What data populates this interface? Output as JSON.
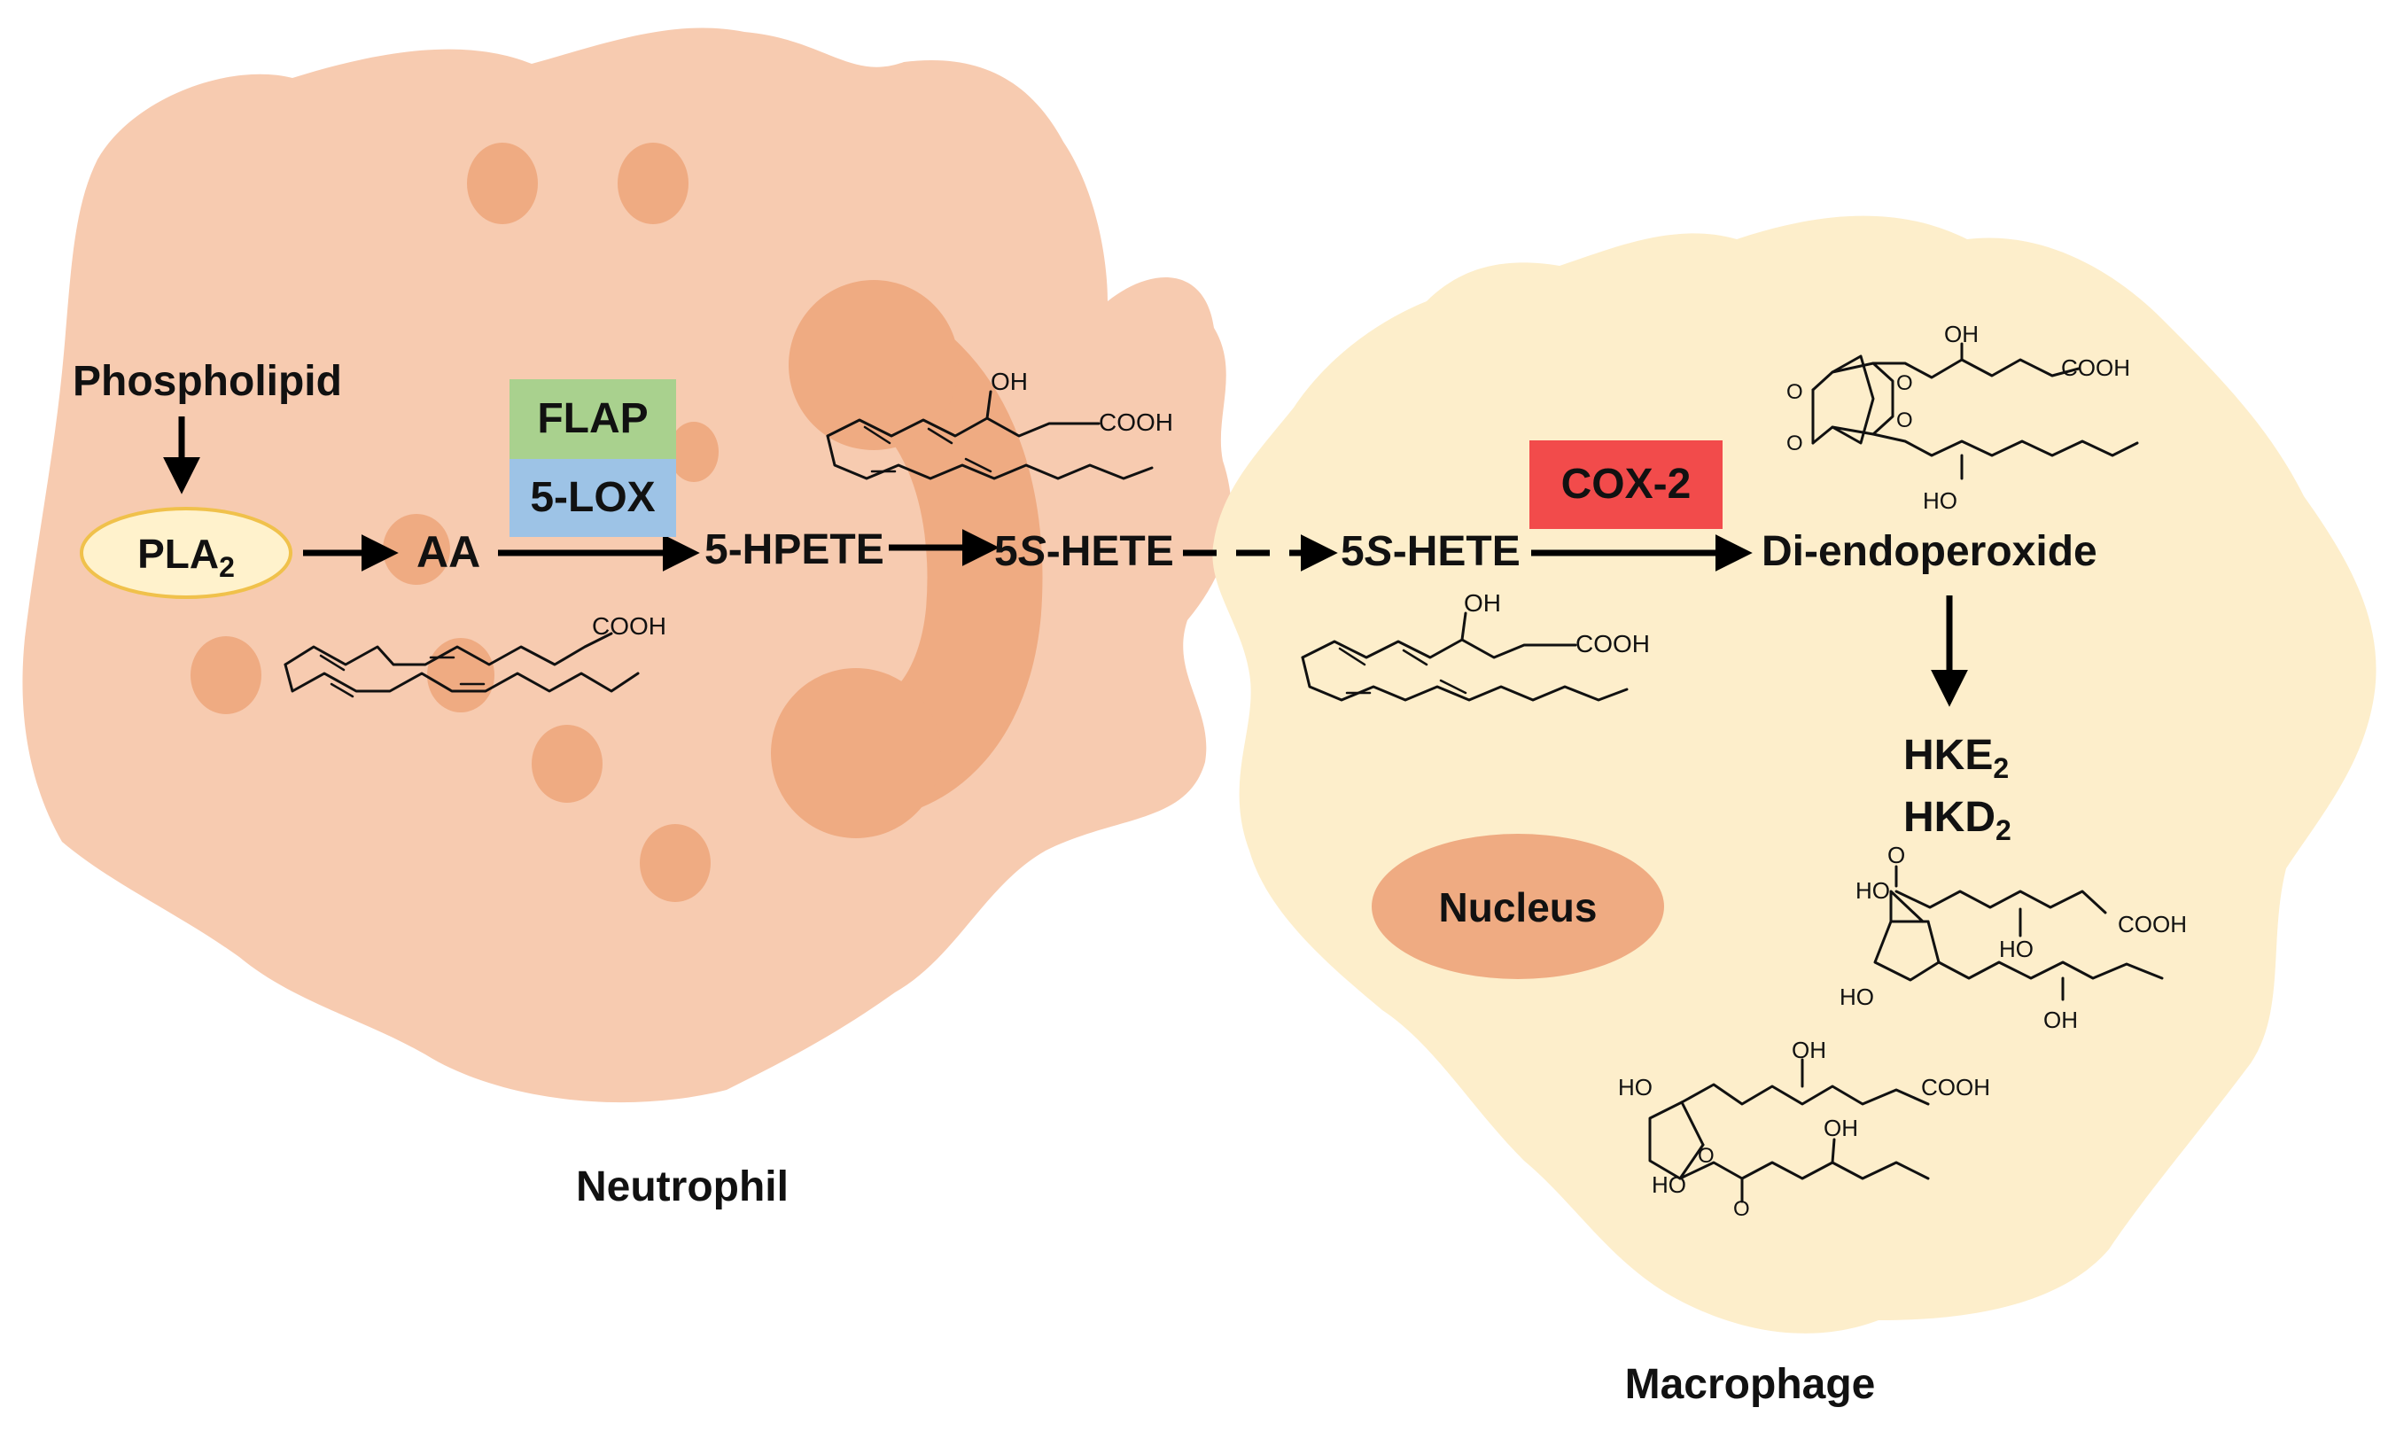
{
  "labels": {
    "phospholipid": "Phospholipid",
    "pla2_main": "PLA",
    "pla2_sub": "2",
    "aa": "AA",
    "flap": "FLAP",
    "lox": "5-LOX",
    "hpete": "5-HPETE",
    "hete_prefix": "5",
    "hete_italic": "S",
    "hete_suffix": "-HETE",
    "cox2": "COX-2",
    "diendo": "Di-endoperoxide",
    "hke_main": "HKE",
    "hke_sub": "2",
    "hkd_main": "HKD",
    "hkd_sub": "2",
    "nucleus": "Nucleus",
    "neutrophil": "Neutrophil",
    "macrophage": "Macrophage"
  },
  "chem": {
    "oh": "OH",
    "ho": "HO",
    "cooh": "COOH",
    "o": "O"
  },
  "colors": {
    "neutrophil": "#f7cbb0",
    "granule": "#efab82",
    "macrophage": "#fdeecb",
    "nucleus": "#efab82",
    "flap": "#a9d18e",
    "lox": "#9dc3e6",
    "cox2": "#f24b4b",
    "pla2_fill": "#fff2cc",
    "pla2_stroke": "#f0c14b"
  }
}
